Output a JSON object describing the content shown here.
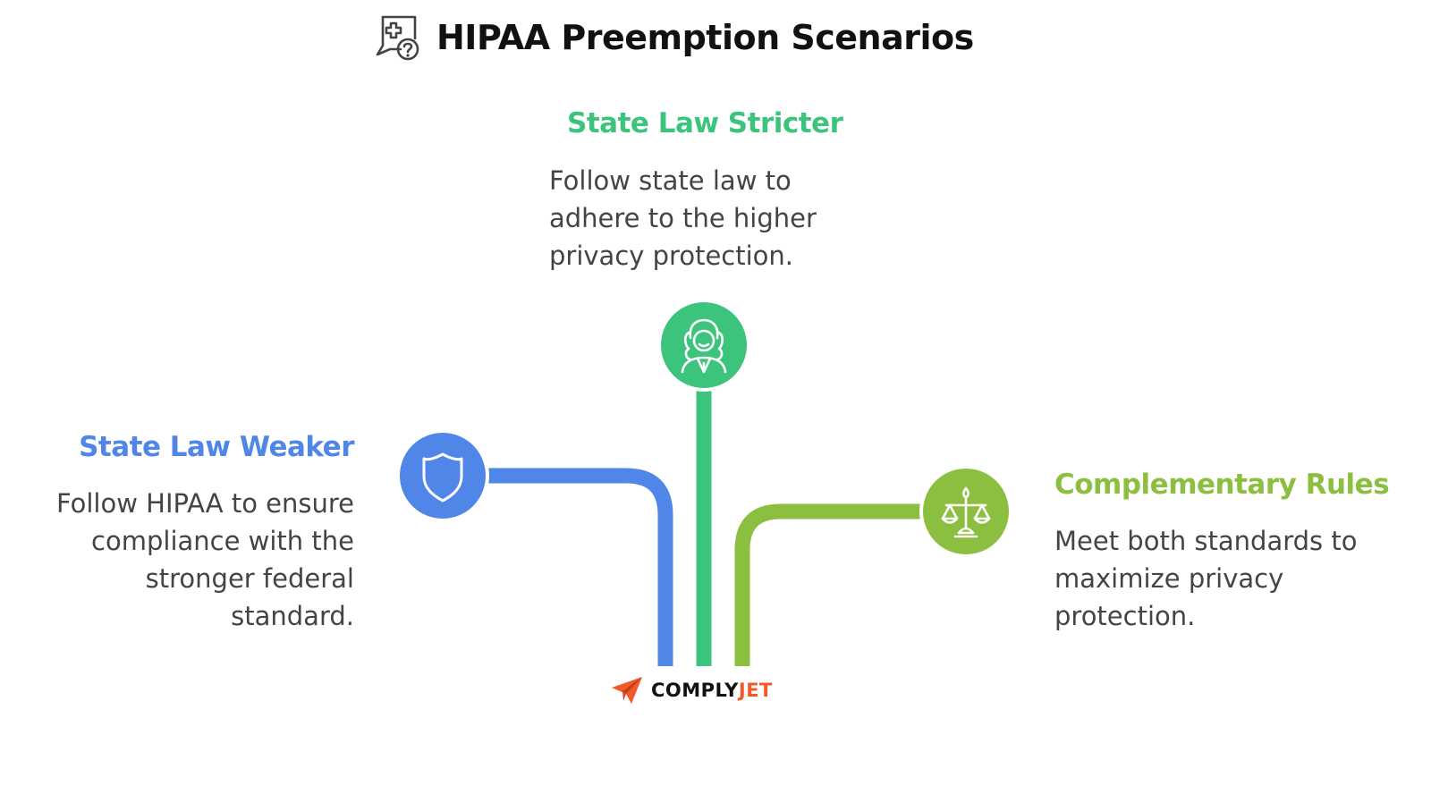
{
  "title": "HIPAA Preemption Scenarios",
  "title_icon": "medical-document-question-icon",
  "scenarios": [
    {
      "heading": "State Law Stricter",
      "lines": [
        "Follow state law to",
        "adhere to the higher",
        "privacy protection."
      ],
      "color": "#3CC47C",
      "icon": "judge-icon"
    },
    {
      "heading": "State Law Weaker",
      "lines": [
        "Follow HIPAA to ensure",
        "compliance with the",
        "stronger federal",
        "standard."
      ],
      "color": "#4F86E8",
      "icon": "shield-icon"
    },
    {
      "heading": "Complementary Rules",
      "lines": [
        "Meet both standards to",
        "maximize privacy",
        "protection."
      ],
      "color": "#8CBF3F",
      "icon": "scales-icon"
    }
  ],
  "brand": {
    "part1": "COMPLY",
    "part2": "JET",
    "color_primary": "#111111",
    "color_accent": "#F15A2B",
    "icon": "paper-plane-logo"
  },
  "colors": {
    "heading_text": "#111111",
    "body_text": "#444444"
  }
}
